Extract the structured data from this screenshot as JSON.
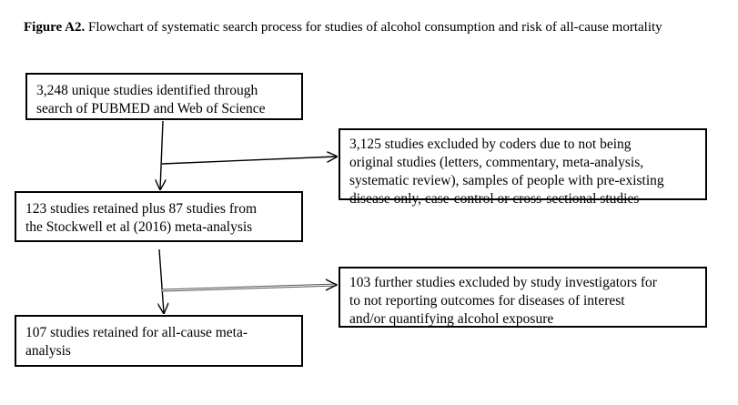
{
  "caption": {
    "label": "Figure A2.",
    "text": " Flowchart of systematic search process for studies of alcohol consumption and risk of all-cause mortality"
  },
  "boxes": {
    "identified": {
      "lines": [
        "3,248 unique studies identified through",
        "search of PUBMED and Web of Science"
      ]
    },
    "excluded_coders": {
      "lines": [
        "3,125 studies excluded by coders due to not being",
        "original studies (letters, commentary, meta-analysis,",
        "systematic review), samples of people with pre-existing",
        "disease only, case-control or cross-sectional studies"
      ]
    },
    "retained": {
      "lines": [
        "123 studies retained plus 87 studies from",
        "the Stockwell et al (2016) meta-analysis"
      ]
    },
    "excluded_investigators": {
      "lines": [
        "103 further studies excluded by study investigators for",
        "to not reporting outcomes for diseases of interest",
        "and/or quantifying alcohol exposure"
      ]
    },
    "final": {
      "lines": [
        "107 studies retained for all-cause meta-",
        "analysis"
      ]
    }
  }
}
